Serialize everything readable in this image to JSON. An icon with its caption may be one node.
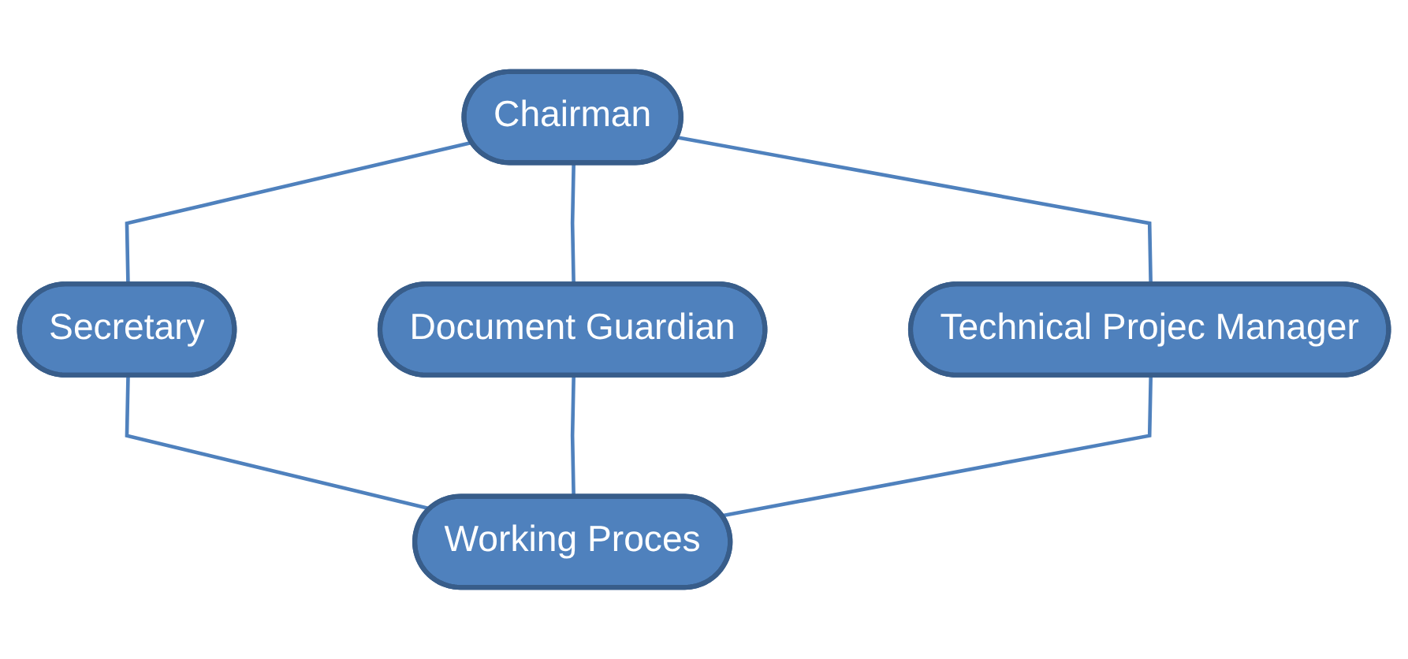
{
  "diagram": {
    "nodes": [
      {
        "text": [
          "Chairman"
        ]
      },
      {
        "text": [
          "Secretary"
        ]
      },
      {
        "text": [
          "Document Guardian"
        ]
      },
      {
        "text": [
          "Technical Projec Manager"
        ]
      },
      {
        "text": [
          "Working Proces"
        ]
      }
    ],
    "edges": [
      {
        "from": 0,
        "to": 1,
        "arrow": "none"
      },
      {
        "from": 0,
        "to": 2,
        "arrow": "none"
      },
      {
        "from": 0,
        "to": 3,
        "arrow": "none"
      },
      {
        "from": 1,
        "to": 4,
        "arrow": "none"
      },
      {
        "from": 2,
        "to": 4,
        "arrow": "none"
      },
      {
        "from": 3,
        "to": 4,
        "arrow": "none"
      }
    ]
  }
}
